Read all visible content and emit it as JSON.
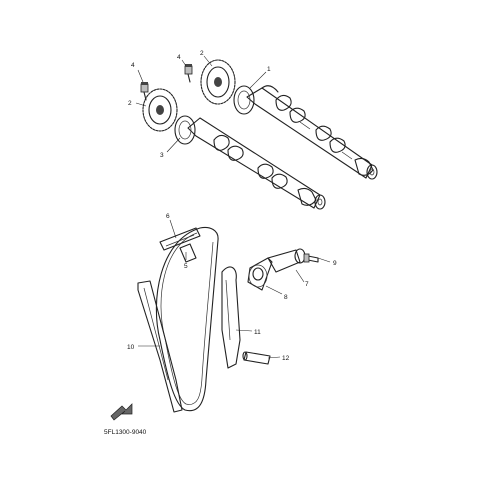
{
  "diagram": {
    "drawing_code": "5FL1300-9040",
    "callouts": [
      {
        "id": "c1-upper",
        "label": "1"
      },
      {
        "id": "c2-upper",
        "label": "2"
      },
      {
        "id": "c2-lower",
        "label": "2"
      },
      {
        "id": "c3",
        "label": "3"
      },
      {
        "id": "c4-upper",
        "label": "4"
      },
      {
        "id": "c4-lower",
        "label": "4"
      },
      {
        "id": "c5",
        "label": "5"
      },
      {
        "id": "c6",
        "label": "6"
      },
      {
        "id": "c7",
        "label": "7"
      },
      {
        "id": "c8",
        "label": "8"
      },
      {
        "id": "c9",
        "label": "9"
      },
      {
        "id": "c10",
        "label": "10"
      },
      {
        "id": "c11",
        "label": "11"
      },
      {
        "id": "c12",
        "label": "12"
      }
    ],
    "icons": [
      "front-arrow-icon"
    ]
  }
}
